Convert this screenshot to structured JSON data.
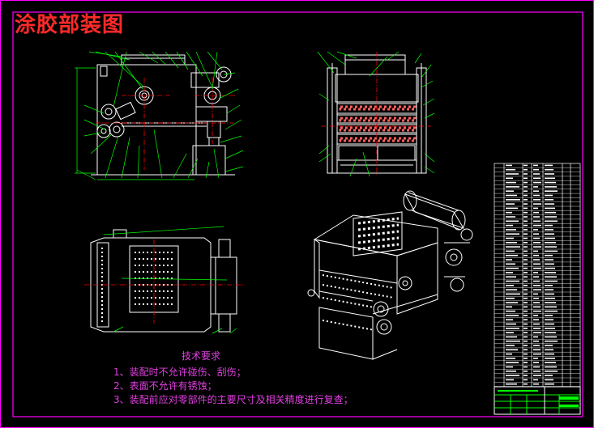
{
  "title": "涂胶部装图",
  "notes": {
    "heading": "技术要求",
    "items": [
      "1、装配时不允许碰伤、刮伤；",
      "2、表面不允许有锈蚀；",
      "3、装配前应对零部件的主要尺寸及相关精度进行复查；"
    ]
  },
  "colors": {
    "frame": "#ff00ff",
    "title": "#ff2a2a",
    "lines": "#ffffff",
    "leaders": "#00ff00",
    "centerlines": "#ff0000",
    "notes": "#e040e0"
  }
}
